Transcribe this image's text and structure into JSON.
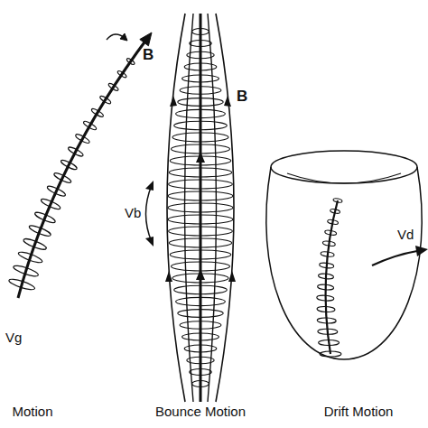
{
  "diagram": {
    "labels": [
      "B",
      "Vg",
      "Motion",
      "B",
      "Vb",
      "Bounce Motion",
      "Vd",
      "Drift Motion"
    ]
  }
}
